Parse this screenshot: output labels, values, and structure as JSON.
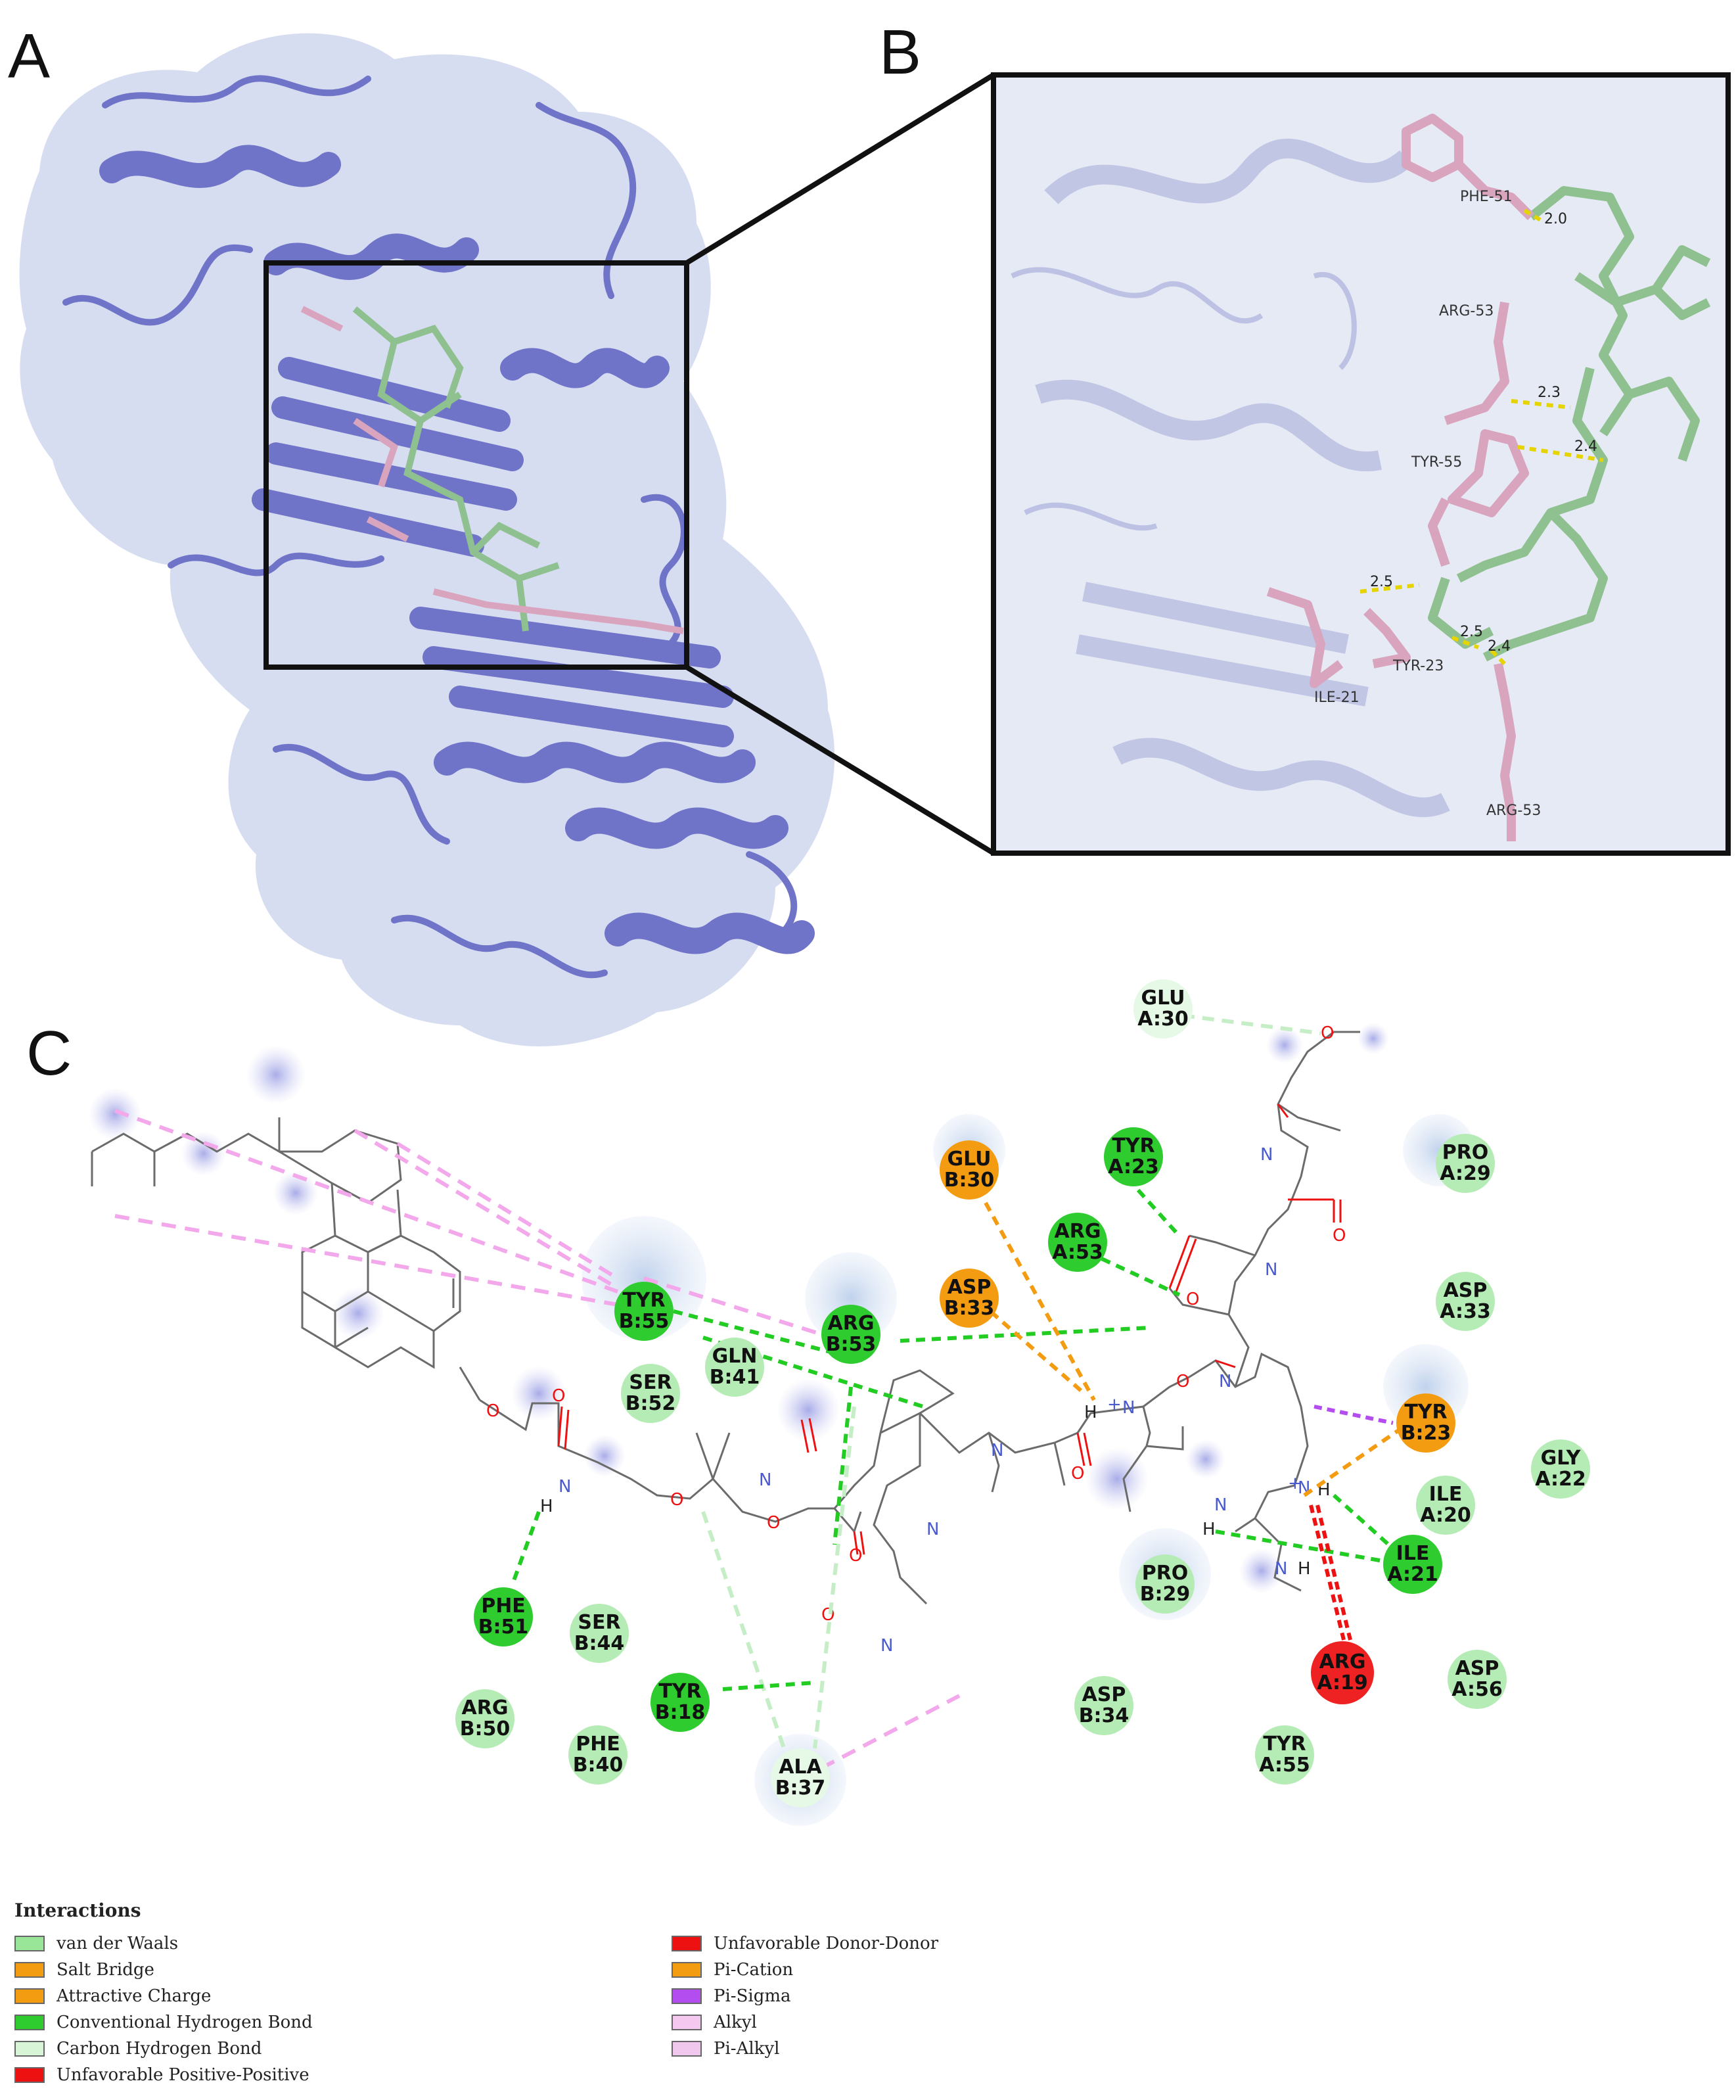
{
  "panels": {
    "a": "A",
    "b": "B",
    "c": "C"
  },
  "panel_b_labels": {
    "residues": [
      "PHE-51",
      "ARG-53",
      "TYR-55",
      "ILE-21",
      "TYR-23",
      "ARG-53"
    ],
    "distances": [
      "2.0",
      "2.3",
      "2.4",
      "2.5",
      "2.5",
      "2.4"
    ]
  },
  "residues": [
    {
      "label1": "GLU",
      "label2": "A:30",
      "type": "carbon_hydrogen_bond"
    },
    {
      "label1": "TYR",
      "label2": "A:23",
      "type": "conventional_hydrogen_bond"
    },
    {
      "label1": "PRO",
      "label2": "A:29",
      "type": "van_der_waals"
    },
    {
      "label1": "GLU",
      "label2": "B:30",
      "type": "salt_bridge"
    },
    {
      "label1": "ARG",
      "label2": "A:53",
      "type": "conventional_hydrogen_bond"
    },
    {
      "label1": "ASP",
      "label2": "B:33",
      "type": "salt_bridge"
    },
    {
      "label1": "ASP",
      "label2": "A:33",
      "type": "van_der_waals"
    },
    {
      "label1": "TYR",
      "label2": "B:55",
      "type": "conventional_hydrogen_bond"
    },
    {
      "label1": "GLN",
      "label2": "B:41",
      "type": "van_der_waals"
    },
    {
      "label1": "ARG",
      "label2": "B:53",
      "type": "conventional_hydrogen_bond"
    },
    {
      "label1": "SER",
      "label2": "B:52",
      "type": "van_der_waals"
    },
    {
      "label1": "TYR",
      "label2": "B:23",
      "type": "pi_cation"
    },
    {
      "label1": "GLY",
      "label2": "A:22",
      "type": "van_der_waals"
    },
    {
      "label1": "ILE",
      "label2": "A:20",
      "type": "van_der_waals"
    },
    {
      "label1": "ILE",
      "label2": "A:21",
      "type": "conventional_hydrogen_bond"
    },
    {
      "label1": "PRO",
      "label2": "B:29",
      "type": "van_der_waals"
    },
    {
      "label1": "PHE",
      "label2": "B:51",
      "type": "conventional_hydrogen_bond"
    },
    {
      "label1": "SER",
      "label2": "B:44",
      "type": "van_der_waals"
    },
    {
      "label1": "ARG",
      "label2": "A:19",
      "type": "unfavorable_donor_donor"
    },
    {
      "label1": "ASP",
      "label2": "A:56",
      "type": "van_der_waals"
    },
    {
      "label1": "TYR",
      "label2": "B:18",
      "type": "conventional_hydrogen_bond"
    },
    {
      "label1": "ARG",
      "label2": "B:50",
      "type": "van_der_waals"
    },
    {
      "label1": "ASP",
      "label2": "B:34",
      "type": "van_der_waals"
    },
    {
      "label1": "PHE",
      "label2": "B:40",
      "type": "van_der_waals"
    },
    {
      "label1": "ALA",
      "label2": "B:37",
      "type": "carbon_hydrogen_bond"
    },
    {
      "label1": "TYR",
      "label2": "A:55",
      "type": "van_der_waals"
    }
  ],
  "atom_labels": {
    "oxygen": "O",
    "nitrogen": "N",
    "hydrogen": "H",
    "cation": "+"
  },
  "legend": {
    "title": "Interactions",
    "col1": [
      {
        "label": "van der Waals",
        "color": "#99e699"
      },
      {
        "label": "Salt Bridge",
        "color": "#f39c12"
      },
      {
        "label": "Attractive Charge",
        "color": "#f39c12"
      },
      {
        "label": "Conventional Hydrogen Bond",
        "color": "#2ecc2e"
      },
      {
        "label": "Carbon Hydrogen Bond",
        "color": "#d8f5d8"
      },
      {
        "label": "Unfavorable Positive-Positive",
        "color": "#ee1111"
      }
    ],
    "col2": [
      {
        "label": "Unfavorable Donor-Donor",
        "color": "#ee1111"
      },
      {
        "label": "Pi-Cation",
        "color": "#f39c12"
      },
      {
        "label": "Pi-Sigma",
        "color": "#b34df0"
      },
      {
        "label": "Alkyl",
        "color": "#f5c8f0"
      },
      {
        "label": "Pi-Alkyl",
        "color": "#f0c8ee"
      }
    ]
  },
  "colors": {
    "protein": "#6f74c8",
    "surface": "#c9d2ec",
    "ligand": "#8fc08f",
    "residue_sticks": "#d9a4bd",
    "hbond_3d": "#e6d400"
  }
}
